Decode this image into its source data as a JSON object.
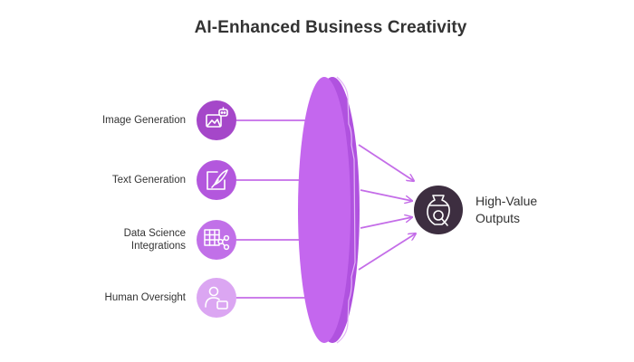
{
  "title": "AI-Enhanced Business Creativity",
  "inputs": [
    {
      "label": "Image Generation",
      "icon": "image-ai-icon",
      "color": "#a547c9"
    },
    {
      "label": "Text Generation",
      "icon": "quill-edit-icon",
      "color": "#b357dd"
    },
    {
      "label_line1": "Data Science",
      "label_line2": "Integrations",
      "icon": "data-table-network-icon",
      "color": "#c170e8"
    },
    {
      "label": "Human Oversight",
      "icon": "person-monitor-icon",
      "color": "#dba6f2"
    }
  ],
  "output": {
    "label_line1": "High-Value",
    "label_line2": "Outputs",
    "icon": "vase-magnify-icon",
    "color": "#3d2e40"
  },
  "colors": {
    "lens": "#c467ee",
    "lens_edge": "#b052df",
    "connector": "#c46de8",
    "text": "#333333"
  }
}
